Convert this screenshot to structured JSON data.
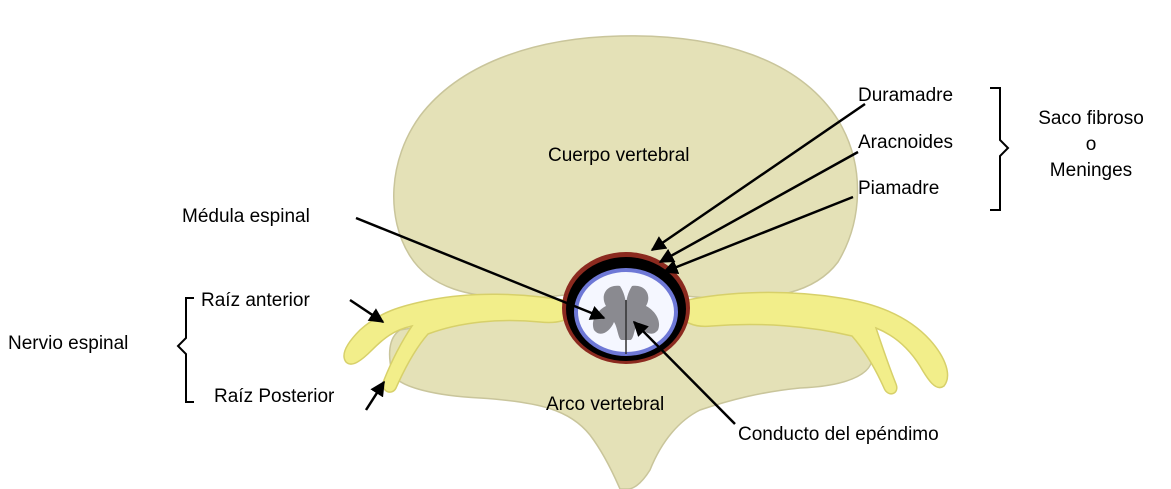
{
  "colors": {
    "bone": "#e4e1b7",
    "bone_outline": "#c9c59b",
    "nerve": "#f2ee8a",
    "nerve_outline": "#d7d06a",
    "dura": "#8b2a1f",
    "canal": "#000000",
    "cord": "#f5f7ff",
    "grey_matter": "#8a8a90",
    "cord_rim": "#6e78d6"
  },
  "labels": {
    "cuerpo_vertebral": "Cuerpo vertebral",
    "arco_vertebral": "Arco vertebral",
    "duramadre": "Duramadre",
    "aracnoides": "Aracnoides",
    "piamadre": "Piamadre",
    "saco_line1": "Saco fibroso",
    "saco_line2": "o",
    "saco_line3": "Meninges",
    "medula_espinal": "Médula espinal",
    "raiz_anterior": "Raíz anterior",
    "raiz_posterior": "Raíz Posterior",
    "nervio_espinal": "Nervio espinal",
    "conducto_ependimo": "Conducto del epéndimo"
  }
}
